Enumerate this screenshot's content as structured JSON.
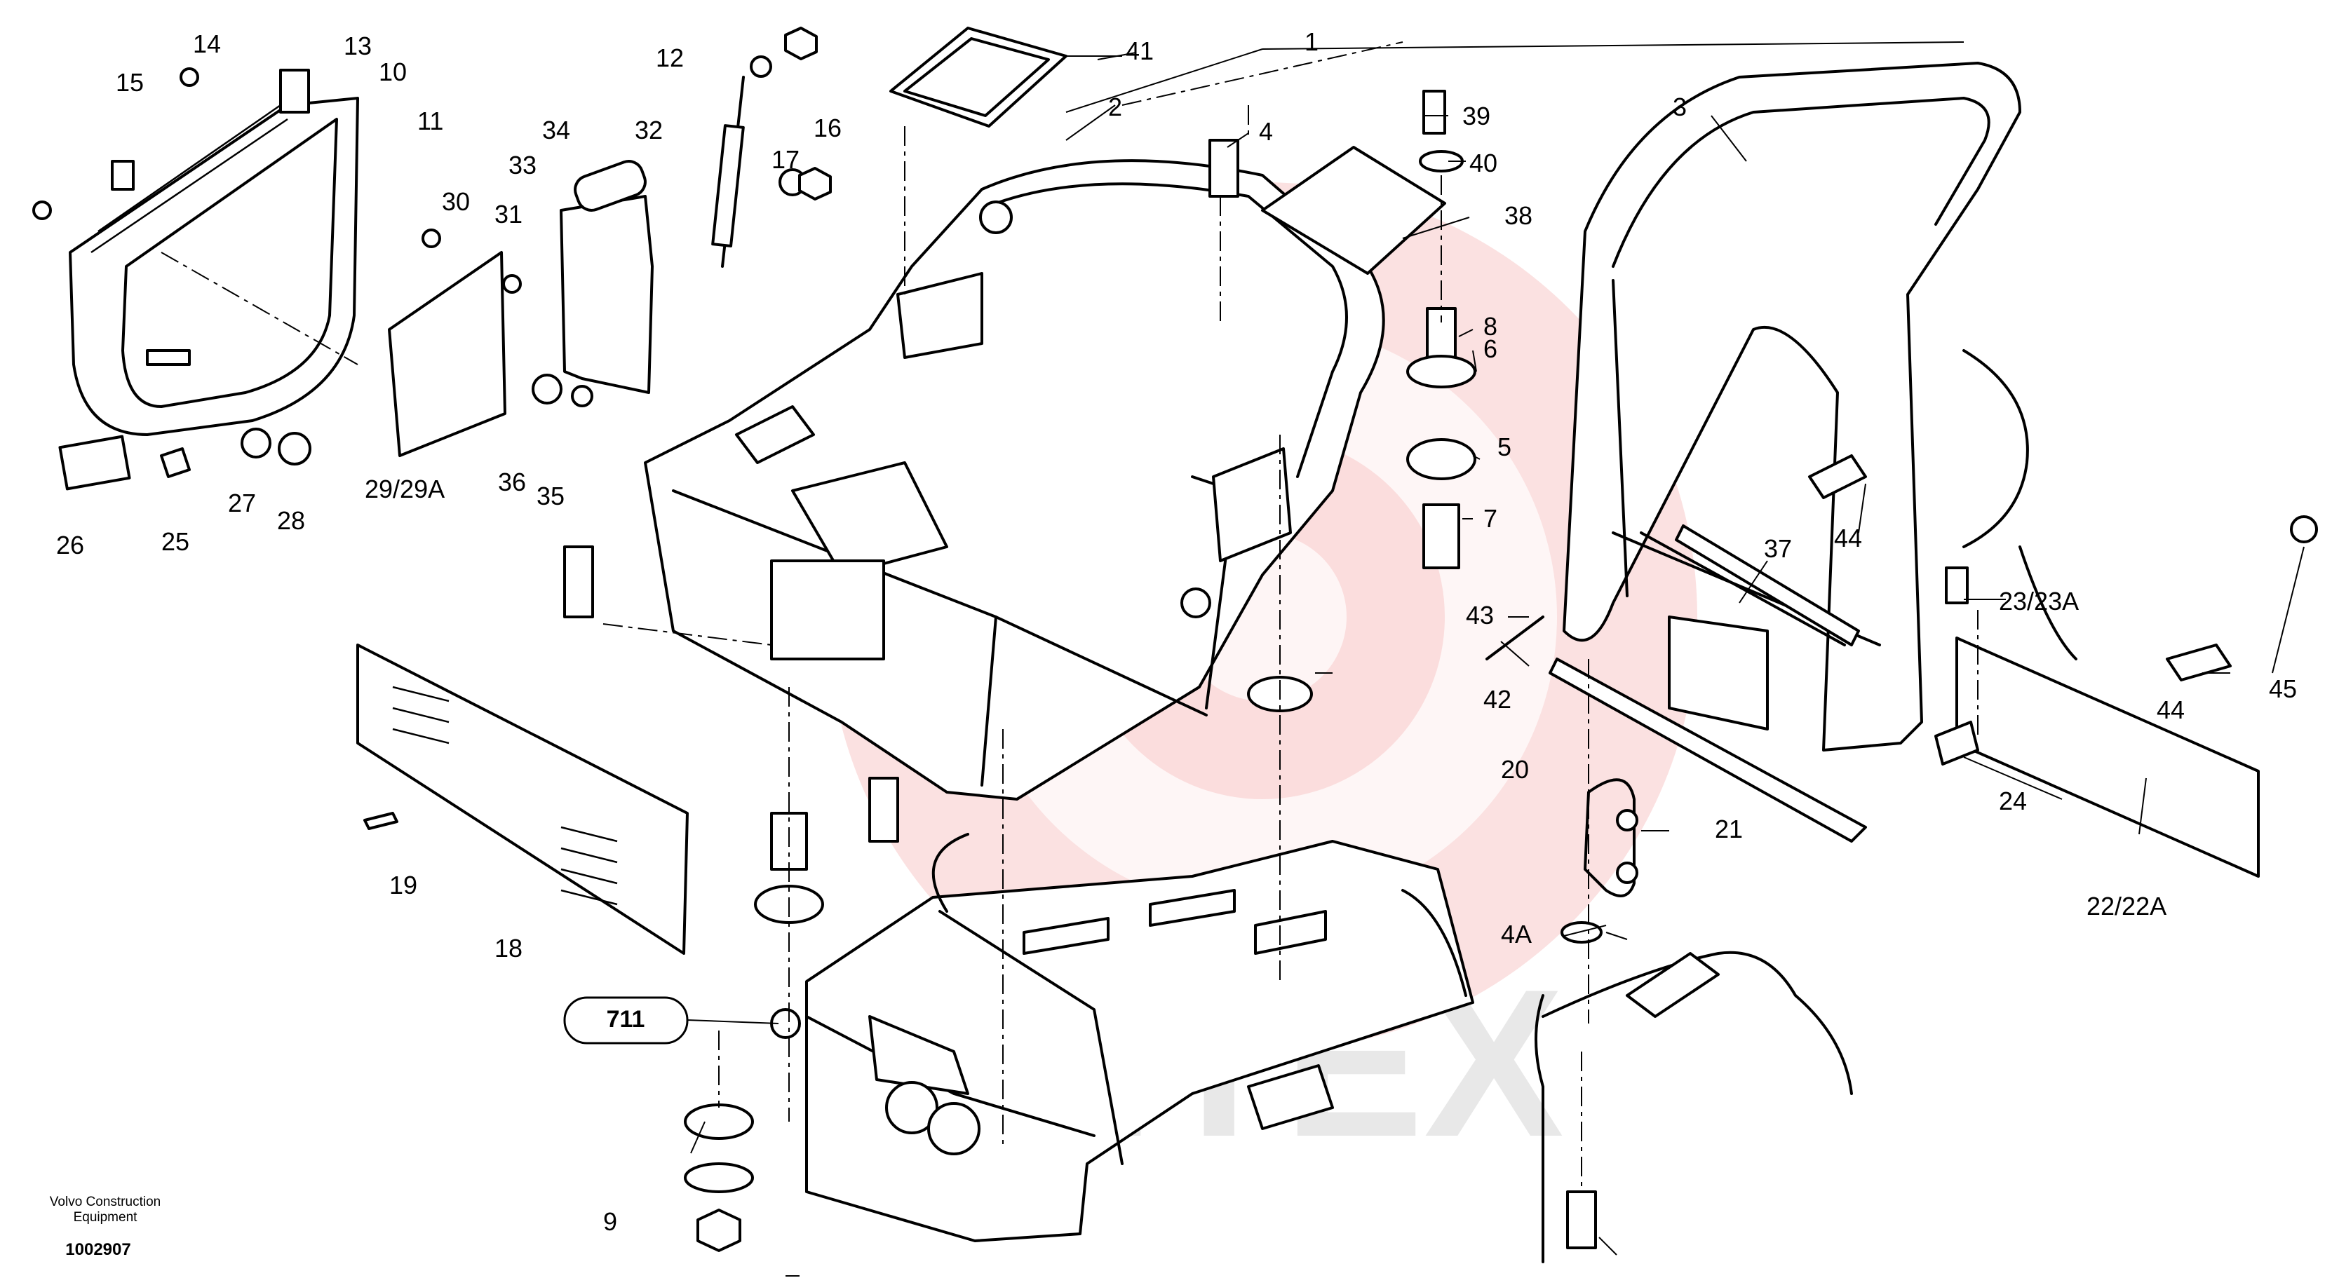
{
  "watermark": {
    "text": "MHTEX",
    "color": "#f4b6b6"
  },
  "callouts": [
    "1",
    "2",
    "3",
    "4",
    "4A",
    "5",
    "6",
    "7",
    "8",
    "9",
    "10",
    "11",
    "12",
    "13",
    "14",
    "15",
    "16",
    "17",
    "18",
    "19",
    "20",
    "21",
    "22/22A",
    "23/23A",
    "24",
    "25",
    "26",
    "27",
    "28",
    "29/29A",
    "30",
    "31",
    "32",
    "33",
    "34",
    "35",
    "36",
    "37",
    "38",
    "39",
    "40",
    "41",
    "42",
    "43",
    "44",
    "45"
  ],
  "reference_box": "711",
  "footer": {
    "company_line1": "Volvo Construction",
    "company_line2": "Equipment",
    "drawing_number": "1002907"
  }
}
